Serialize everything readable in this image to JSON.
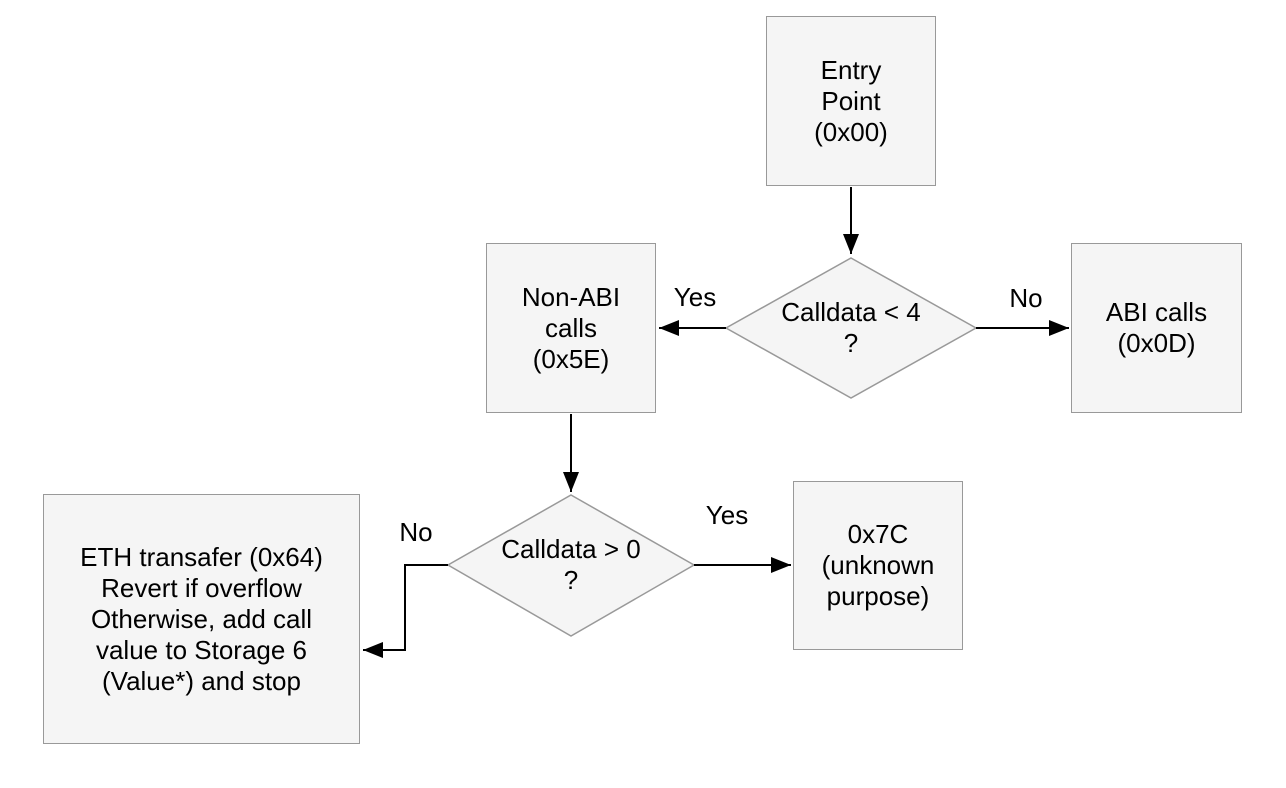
{
  "canvas": {
    "background": "#ffffff",
    "node_fill": "#f5f5f5",
    "node_border": "#999999",
    "arrow_color": "#000000",
    "text_color": "#000000"
  },
  "nodes": {
    "entry": {
      "lines": [
        "Entry",
        "Point",
        "(0x00)"
      ]
    },
    "non_abi": {
      "lines": [
        "Non-ABI",
        "calls",
        "(0x5E)"
      ]
    },
    "abi": {
      "lines": [
        "ABI calls",
        "(0x0D)"
      ]
    },
    "box_7c": {
      "lines": [
        "0x7C",
        "(unknown",
        "purpose)"
      ]
    },
    "eth": {
      "lines": [
        "ETH transafer (0x64)",
        "Revert if overflow",
        "Otherwise, add call",
        "value to Storage 6",
        "(Value*) and stop"
      ]
    }
  },
  "decisions": {
    "d1": {
      "lines": [
        "Calldata < 4",
        "?"
      ]
    },
    "d2": {
      "lines": [
        "Calldata > 0",
        "?"
      ]
    }
  },
  "edge_labels": {
    "d1_yes": "Yes",
    "d1_no": "No",
    "d2_yes": "Yes",
    "d2_no": "No"
  }
}
